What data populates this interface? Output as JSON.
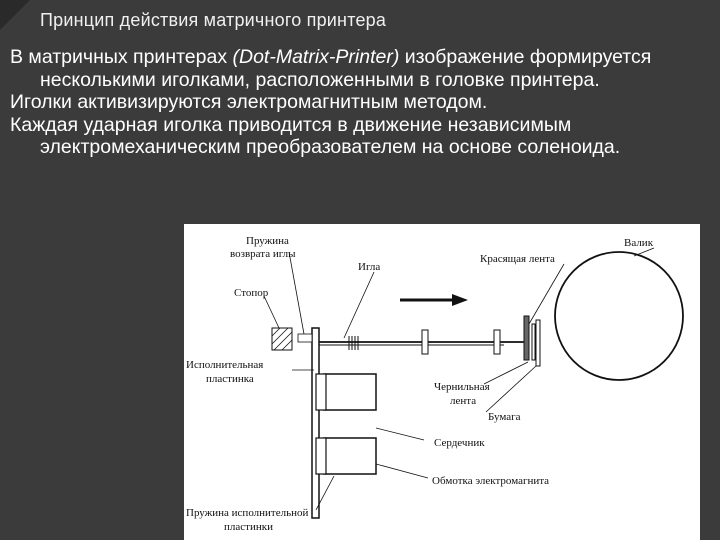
{
  "slide": {
    "title": "Принцип действия матричного принтера",
    "paragraphs": [
      {
        "before": "В матричных принтерах ",
        "italic": "(Dot-Matrix-Printer)",
        "after": " изображение формируется несколькими иголками, расположенными в головке принтера."
      },
      {
        "before": "Иголки активизируются электромагнитным методом.",
        "italic": "",
        "after": ""
      },
      {
        "before": "Каждая ударная иголка приводится в движение независимым электромеханическим преобразователем на основе соленоида.",
        "italic": "",
        "after": ""
      }
    ]
  },
  "diagram": {
    "labels": {
      "spring_return_1": "Пружина",
      "spring_return_2": "возврата иглы",
      "needle": "Игла",
      "ink_ribbon": "Красящая лента",
      "roller": "Валик",
      "stopper": "Стопор",
      "actuator_plate_1": "Исполнительная",
      "actuator_plate_2": "пластинка",
      "ink_tape_1": "Чернильная",
      "ink_tape_2": "лента",
      "paper": "Бумага",
      "core": "Сердечник",
      "coil": "Обмотка электромагнита",
      "spring_plate_1": "Пружина исполнительной",
      "spring_plate_2": "пластинки"
    }
  }
}
